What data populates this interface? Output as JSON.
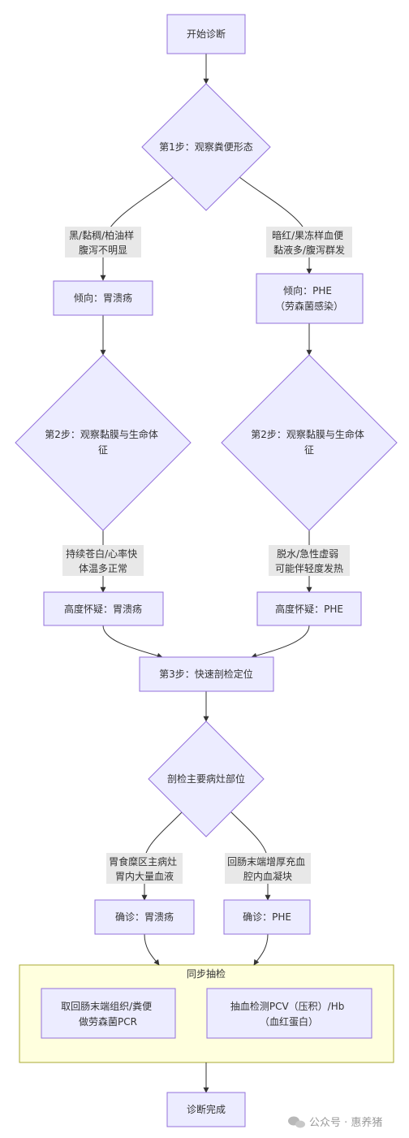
{
  "nodes": {
    "start": "开始诊断",
    "step1": "第1步：观察粪便形态",
    "lean_left": "倾向：胃溃疡",
    "lean_right": [
      "倾向：PHE",
      "（劳森菌感染）"
    ],
    "step2_left": [
      "第2步：观察黏膜与生命体",
      "征"
    ],
    "step2_right": [
      "第2步：观察黏膜与生命体",
      "征"
    ],
    "suspect_left": "高度怀疑：胃溃疡",
    "suspect_right": "高度怀疑：PHE",
    "step3": "第3步：快速剖检定位",
    "necropsy": "剖检主要病灶部位",
    "confirm_left": "确诊：胃溃疡",
    "confirm_right": "确诊：PHE",
    "sync_title": "同步抽检",
    "sample_left": [
      "取回肠末端组织/粪便",
      "做劳森菌PCR"
    ],
    "sample_right": [
      "抽血检测PCV（压积）/Hb",
      "（血红蛋白）"
    ],
    "end": "诊断完成"
  },
  "edge_labels": {
    "stool_left": [
      "黑/黏稠/柏油样",
      "腹泻不明显"
    ],
    "stool_right": [
      "暗红/果冻样血便",
      "黏液多/腹泻群发"
    ],
    "mucosa_left": [
      "持续苍白/心率快",
      "体温多正常"
    ],
    "mucosa_right": [
      "脱水/急性虚弱",
      "可能伴轻度发热"
    ],
    "lesion_left": [
      "胃食糜区主病灶",
      "胃内大量血液"
    ],
    "lesion_right": [
      "回肠末端增厚充血",
      "腔内血凝块"
    ]
  },
  "watermark": "公众号 · 惠养猪",
  "colors": {
    "node_fill": "#ECECFF",
    "node_stroke": "#9370DB",
    "edge": "#333333",
    "label_bg": "#e8e8e8",
    "cluster_fill": "#ffffde",
    "cluster_stroke": "#aaaa33"
  }
}
